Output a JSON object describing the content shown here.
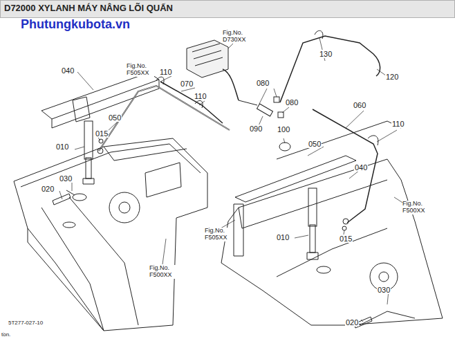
{
  "diagram": {
    "title": "D72000 XYLANH MÁY NÂNG LÕI QUẤN",
    "labels": [
      "Phutungkubota.vn",
      "Fig.No. D730XX",
      "Fig.No. F505XX",
      "Fig.No. F505XX",
      "Fig.No. F500XX",
      "Fig.No. F500XX",
      "040",
      "110",
      "070",
      "110",
      "080",
      "080",
      "130",
      "120",
      "060",
      "110",
      "050",
      "015",
      "010",
      "090",
      "100",
      "050",
      "040",
      "010",
      "015",
      "020",
      "030",
      "030",
      "020",
      "5T277-027-10",
      "tồn."
    ]
  }
}
